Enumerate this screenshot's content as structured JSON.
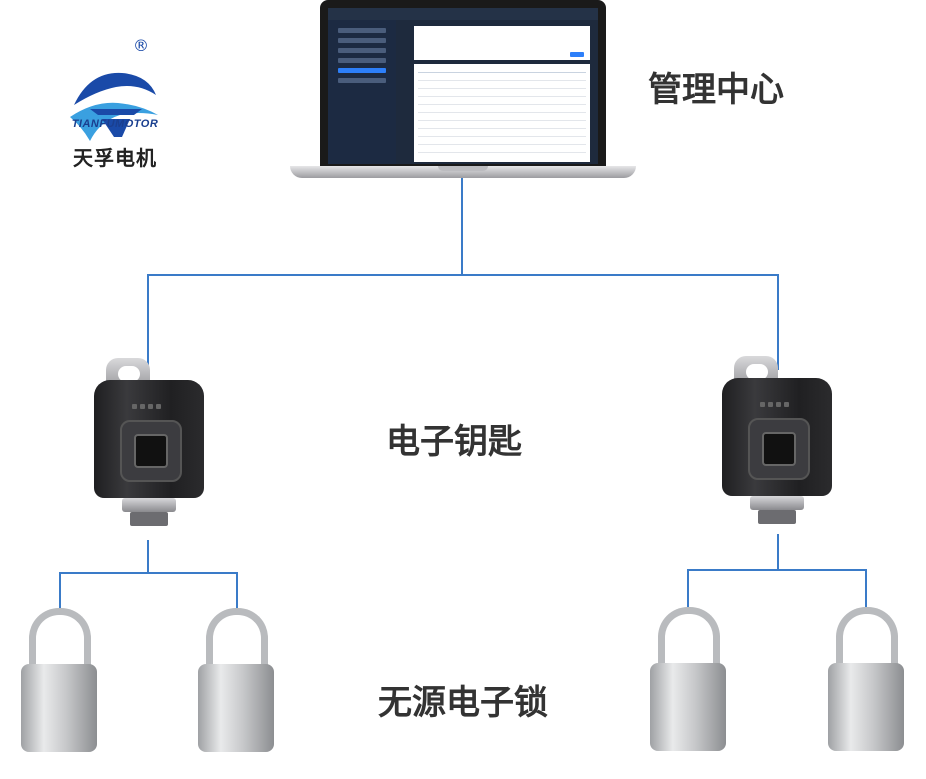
{
  "logo": {
    "registered_mark": "®",
    "brand_en": "TIANFUMOTOR",
    "brand_cn": "天孚电机",
    "colors": {
      "primary": "#1a4aa8",
      "secondary": "#3aa0e0"
    }
  },
  "tiers": {
    "center": "管理中心",
    "key": "电子钥匙",
    "lock": "无源电子锁"
  },
  "colors": {
    "connector": "#3a7bc8",
    "label": "#333333"
  }
}
